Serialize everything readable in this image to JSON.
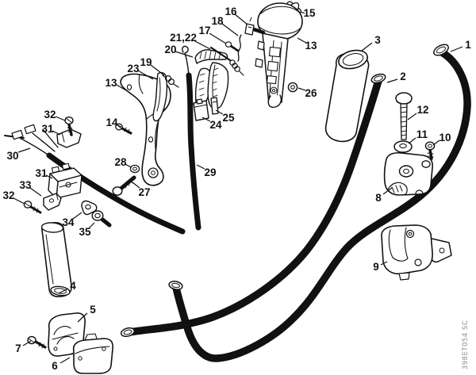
{
  "diagram": {
    "watermark": "398ET054 SC",
    "colors": {
      "background": "#ffffff",
      "line": "#111111",
      "watermark": "#8c8c8c"
    },
    "callouts": [
      {
        "text": "1",
        "label": [
          590,
          56
        ],
        "line": [
          583,
          59,
          568,
          65
        ]
      },
      {
        "text": "2",
        "label": [
          508,
          96
        ],
        "line": [
          501,
          100,
          488,
          104
        ]
      },
      {
        "text": "3",
        "label": [
          476,
          50
        ],
        "line": [
          469,
          54,
          456,
          64
        ]
      },
      {
        "text": "4",
        "label": [
          92,
          360
        ],
        "line": [
          86,
          364,
          74,
          370
        ]
      },
      {
        "text": "5",
        "label": [
          117,
          390
        ],
        "line": [
          110,
          395,
          98,
          406
        ]
      },
      {
        "text": "6",
        "label": [
          69,
          461
        ],
        "line": [
          76,
          458,
          88,
          451
        ]
      },
      {
        "text": "7",
        "label": [
          23,
          439
        ],
        "line": [
          29,
          436,
          39,
          430
        ]
      },
      {
        "text": "8",
        "label": [
          477,
          249
        ],
        "line": [
          483,
          245,
          494,
          237
        ]
      },
      {
        "text": "9",
        "label": [
          474,
          336
        ],
        "line": [
          480,
          334,
          488,
          330
        ]
      },
      {
        "text": "10",
        "label": [
          561,
          173
        ],
        "line": [
          554,
          177,
          546,
          183
        ]
      },
      {
        "text": "11",
        "label": [
          532,
          169
        ],
        "line": [
          524,
          174,
          515,
          181
        ]
      },
      {
        "text": "12",
        "label": [
          533,
          138
        ],
        "line": [
          525,
          143,
          514,
          151
        ]
      },
      {
        "text": "13",
        "name": "13-left",
        "label": [
          140,
          104
        ],
        "line": [
          147,
          107,
          159,
          114
        ]
      },
      {
        "text": "13",
        "name": "13-right",
        "label": [
          392,
          57
        ],
        "line": [
          386,
          54,
          375,
          48
        ]
      },
      {
        "text": "14",
        "label": [
          141,
          154
        ],
        "line": [
          146,
          157,
          153,
          160
        ]
      },
      {
        "text": "15",
        "label": [
          390,
          16
        ],
        "line": [
          384,
          17,
          380,
          15
        ]
      },
      {
        "text": "16",
        "label": [
          291,
          14
        ],
        "line": [
          296,
          18,
          312,
          31
        ]
      },
      {
        "text": "17",
        "label": [
          258,
          38
        ],
        "line": [
          264,
          42,
          285,
          55
        ]
      },
      {
        "text": "18",
        "label": [
          274,
          26
        ],
        "line": [
          280,
          30,
          300,
          45
        ]
      },
      {
        "text": "19",
        "label": [
          184,
          78
        ],
        "line": [
          190,
          82,
          207,
          95
        ]
      },
      {
        "text": "20",
        "label": [
          215,
          62
        ],
        "line": [
          221,
          65,
          243,
          72
        ]
      },
      {
        "text": "21,22",
        "name": "21-22",
        "label": [
          231,
          47
        ],
        "line": [
          246,
          52,
          265,
          62
        ]
      },
      {
        "text": "23",
        "label": [
          168,
          86
        ],
        "line": [
          174,
          89,
          193,
          100
        ]
      },
      {
        "text": "24",
        "label": [
          272,
          157
        ],
        "line": [
          265,
          153,
          255,
          148
        ]
      },
      {
        "text": "25",
        "label": [
          288,
          148
        ],
        "line": [
          281,
          144,
          272,
          139
        ]
      },
      {
        "text": "26",
        "label": [
          392,
          117
        ],
        "line": [
          385,
          114,
          376,
          111
        ]
      },
      {
        "text": "27",
        "label": [
          182,
          242
        ],
        "line": [
          176,
          237,
          167,
          230
        ]
      },
      {
        "text": "28",
        "label": [
          152,
          204
        ],
        "line": [
          158,
          207,
          165,
          211
        ]
      },
      {
        "text": "29",
        "label": [
          265,
          217
        ],
        "line": [
          258,
          213,
          248,
          208
        ]
      },
      {
        "text": "30",
        "label": [
          16,
          196
        ],
        "line": [
          23,
          192,
          38,
          187
        ]
      },
      {
        "text": "31",
        "name": "31-upper",
        "label": [
          60,
          162
        ],
        "line": [
          66,
          165,
          76,
          170
        ]
      },
      {
        "text": "31",
        "name": "31-lower",
        "label": [
          52,
          218
        ],
        "line": [
          58,
          221,
          66,
          225
        ]
      },
      {
        "text": "32",
        "name": "32-upper",
        "label": [
          63,
          144
        ],
        "line": [
          70,
          147,
          82,
          152
        ]
      },
      {
        "text": "32",
        "name": "32-lower",
        "label": [
          11,
          246
        ],
        "line": [
          17,
          250,
          31,
          257
        ]
      },
      {
        "text": "33",
        "label": [
          32,
          233
        ],
        "line": [
          38,
          237,
          52,
          247
        ]
      },
      {
        "text": "34",
        "label": [
          86,
          280
        ],
        "line": [
          92,
          276,
          103,
          268
        ]
      },
      {
        "text": "35",
        "label": [
          107,
          292
        ],
        "line": [
          112,
          288,
          119,
          281
        ]
      }
    ]
  }
}
